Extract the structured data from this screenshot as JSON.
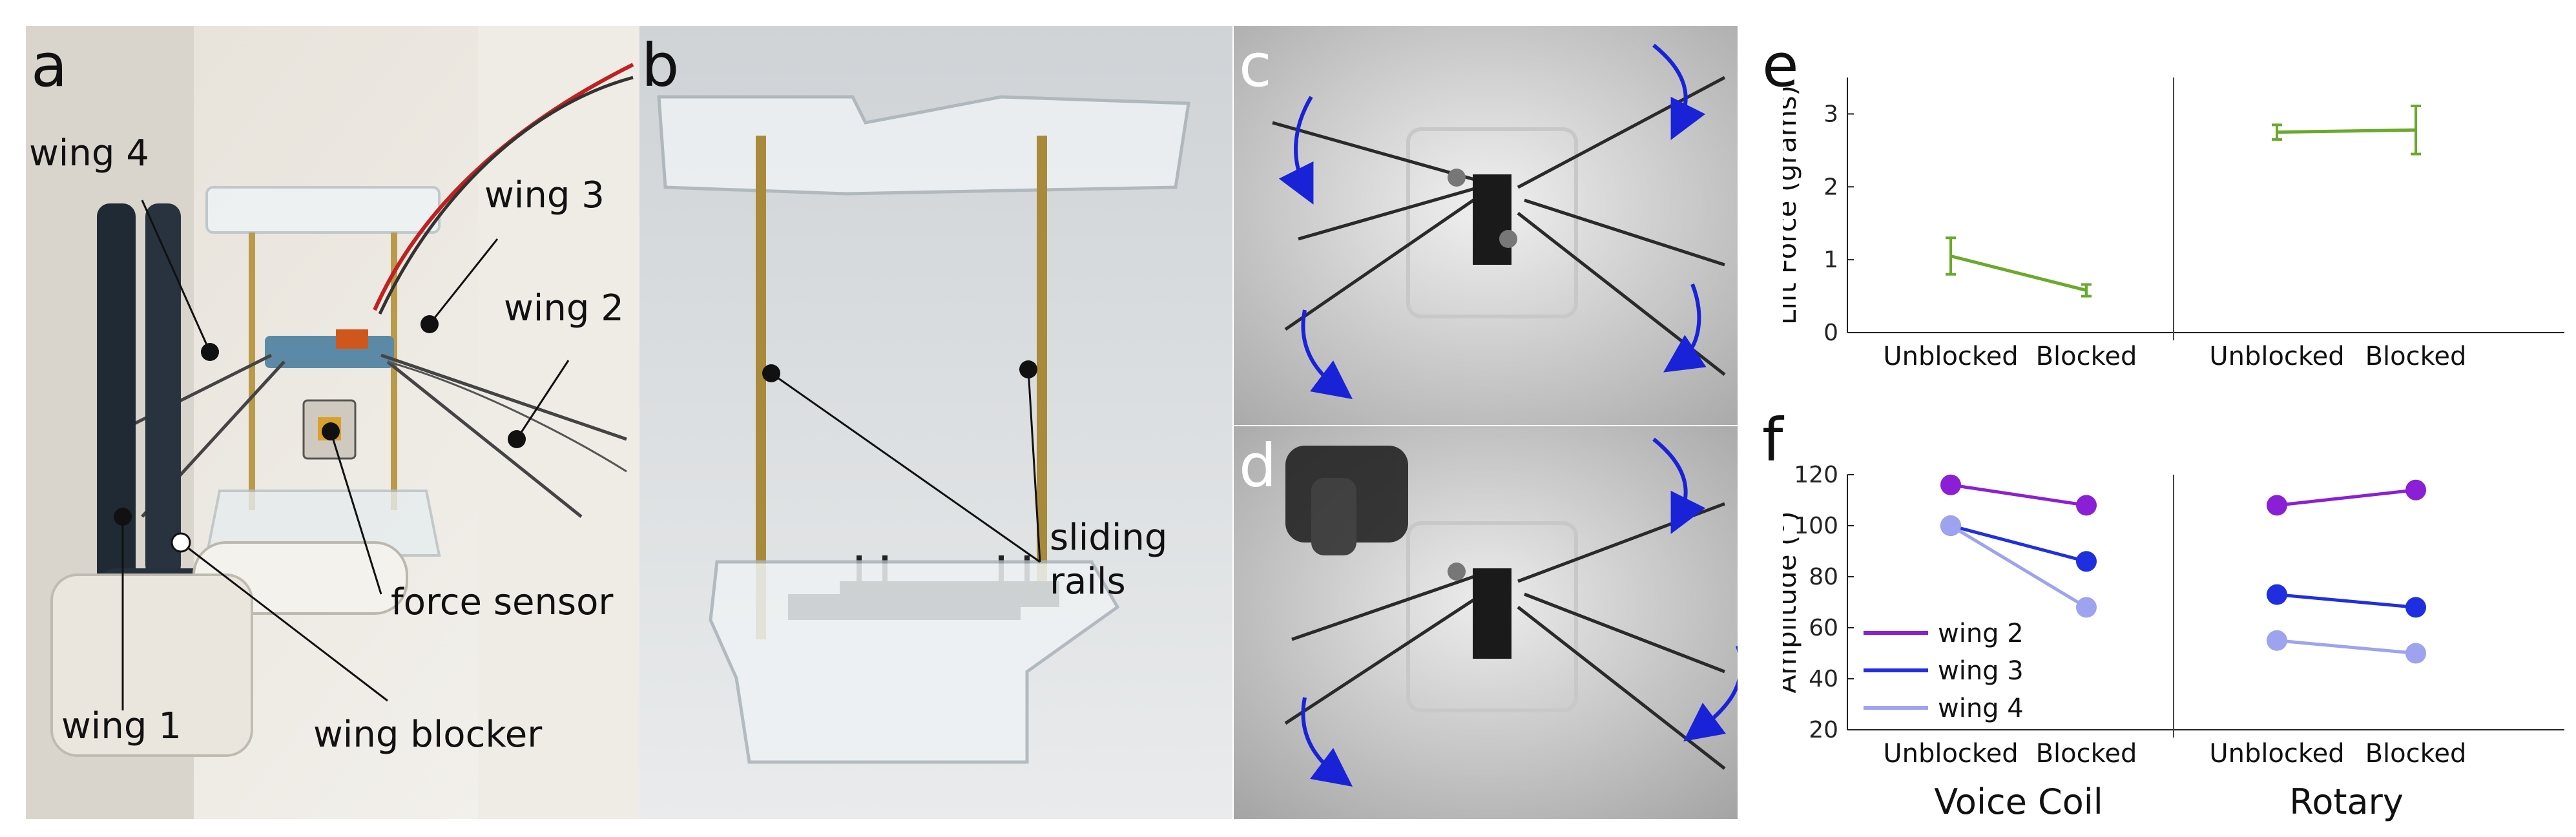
{
  "panels": {
    "a": {
      "label": "a",
      "annotations": {
        "wing4": "wing 4",
        "wing3": "wing 3",
        "wing2": "wing 2",
        "wing1": "wing 1",
        "force_sensor": "force sensor",
        "wing_blocker": "wing blocker"
      }
    },
    "b": {
      "label": "b",
      "annotations": {
        "sliding_rails_1": "sliding",
        "sliding_rails_2": "rails"
      }
    },
    "c": {
      "label": "c"
    },
    "d": {
      "label": "d"
    },
    "e": {
      "label": "e"
    },
    "f": {
      "label": "f"
    }
  },
  "chart_data": [
    {
      "panel": "e",
      "type": "line",
      "ylabel": "Lift Force (grams)",
      "ylim": [
        0,
        3.5
      ],
      "yticks": [
        0,
        1,
        2,
        3
      ],
      "groups": [
        {
          "name": "Voice Coil",
          "categories": [
            "Unblocked",
            "Blocked"
          ]
        },
        {
          "name": "Rotary",
          "categories": [
            "Unblocked",
            "Blocked"
          ]
        }
      ],
      "series": [
        {
          "group": "Voice Coil",
          "color": "#6aaa2a",
          "values": [
            1.05,
            0.58
          ],
          "errors": [
            0.25,
            0.08
          ]
        },
        {
          "group": "Rotary",
          "color": "#6aaa2a",
          "values": [
            2.75,
            2.78
          ],
          "errors": [
            0.1,
            0.33
          ]
        }
      ]
    },
    {
      "panel": "f",
      "type": "line",
      "ylabel": "Amplitude (°)",
      "ylim": [
        20,
        120
      ],
      "yticks": [
        20,
        40,
        60,
        80,
        100,
        120
      ],
      "groups": [
        {
          "name": "Voice Coil",
          "categories": [
            "Unblocked",
            "Blocked"
          ]
        },
        {
          "name": "Rotary",
          "categories": [
            "Unblocked",
            "Blocked"
          ]
        }
      ],
      "legend": "lower-left",
      "series": [
        {
          "name": "wing 2",
          "color": "#8a1fd6",
          "voice_coil": [
            116,
            108
          ],
          "rotary": [
            108,
            114
          ]
        },
        {
          "name": "wing 3",
          "color": "#1f2fe0",
          "voice_coil": [
            100,
            86
          ],
          "rotary": [
            73,
            68
          ]
        },
        {
          "name": "wing 4",
          "color": "#9da3ef",
          "voice_coil": [
            100,
            68
          ],
          "rotary": [
            55,
            50
          ]
        }
      ]
    }
  ]
}
